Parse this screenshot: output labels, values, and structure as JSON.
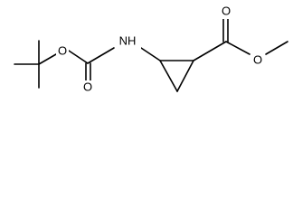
{
  "structure": {
    "atom_labels": {
      "boc_ester_oxygen": "O",
      "boc_carbonyl_oxygen": "O",
      "amine_nitrogen": "NH",
      "methyl_ester_carbonyl_oxygen": "O",
      "methyl_ester_oxygen": "O"
    },
    "colors": {
      "bond": "#000000",
      "text": "#000000",
      "background": "#ffffff"
    }
  }
}
